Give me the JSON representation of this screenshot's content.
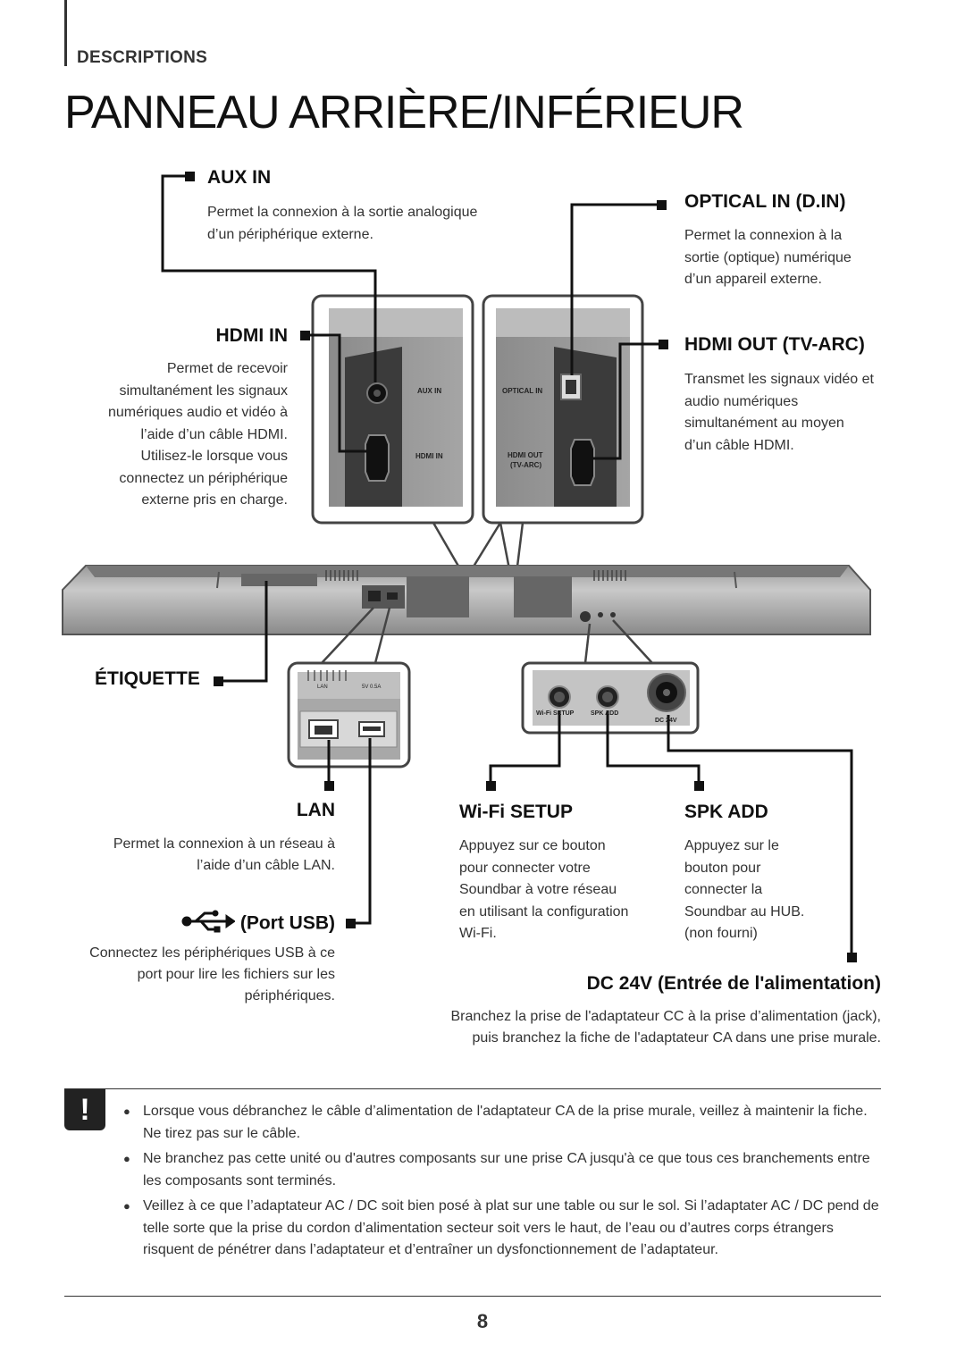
{
  "header": {
    "section": "DESCRIPTIONS",
    "title": "PANNEAU ARRIÈRE/INFÉRIEUR"
  },
  "aux_in": {
    "title": "AUX IN",
    "desc_1": "Permet la connexion à la sortie analogique",
    "desc_2": "d’un périphérique externe."
  },
  "optical_in": {
    "title": "OPTICAL IN (D.IN)",
    "desc_1": "Permet la connexion à la",
    "desc_2": "sortie (optique) numérique",
    "desc_3": "d’un appareil externe."
  },
  "hdmi_in": {
    "title": "HDMI IN",
    "lines": [
      "Permet de recevoir",
      "simultanément les signaux",
      "numériques audio et vidéo à",
      "l’aide d’un câble HDMI.",
      "Utilisez-le lorsque vous",
      "connectez un périphérique",
      "externe pris en charge."
    ]
  },
  "hdmi_out": {
    "title": "HDMI OUT (TV-ARC)",
    "lines": [
      "Transmet les signaux vidéo et",
      "audio numériques",
      "simultanément au moyen",
      "d’un câble HDMI."
    ]
  },
  "etiquette": {
    "title": "ÉTIQUETTE"
  },
  "lan": {
    "title": "LAN",
    "desc_1": "Permet la connexion à un réseau à",
    "desc_2": "l’aide d’un câble LAN."
  },
  "usb": {
    "title": "(Port USB)",
    "desc_1": "Connectez les périphériques USB à ce",
    "desc_2": "port pour lire les fichiers sur les",
    "desc_3": "périphériques."
  },
  "wifi_setup": {
    "title": "Wi-Fi SETUP",
    "lines": [
      "Appuyez sur ce bouton",
      "pour connecter votre",
      "Soundbar à votre réseau",
      "en utilisant la configuration",
      "Wi-Fi."
    ]
  },
  "spk_add": {
    "title": "SPK ADD",
    "lines": [
      "Appuyez sur le",
      "bouton pour",
      "connecter la",
      "Soundbar au HUB.",
      "(non fourni)"
    ]
  },
  "dc": {
    "title": "DC 24V (Entrée de l'alimentation)",
    "desc_1": "Branchez la prise de l'adaptateur CC à la prise d’alimentation (jack),",
    "desc_2": "puis branchez la fiche de l'adaptateur CA dans une prise murale."
  },
  "panel_labels": {
    "aux_in": "AUX IN",
    "hdmi_in": "HDMI IN",
    "optical_in": "OPTICAL IN",
    "hdmi_out": "HDMI OUT",
    "tv_arc": "(TV-ARC)",
    "lan": "LAN",
    "usb": "5V 0.5A",
    "wifi_setup": "Wi-Fi SETUP",
    "spk_add": "SPK ADD",
    "dc_24v": "DC 24V"
  },
  "notes": {
    "icon": "!",
    "items": [
      "Lorsque vous débranchez le câble d’alimentation de l'adaptateur CA de la prise murale, veillez à maintenir la fiche. Ne tirez pas sur le câble.",
      "Ne branchez pas cette unité ou d'autres composants sur une prise CA jusqu'à ce que tous ces branchements entre les composants sont terminés.",
      "Veillez à ce que l’adaptateur AC / DC soit bien posé à plat sur une table ou sur le sol. Si l’adaptater AC / DC pend de telle sorte que la prise du cordon d’alimentation secteur soit vers le haut, de l’eau ou d’autres corps étrangers risquent de pénétrer dans l’adaptateur et d’entraîner un dysfonctionnement de l’adaptateur."
    ]
  },
  "footer": {
    "page_number": "8"
  }
}
